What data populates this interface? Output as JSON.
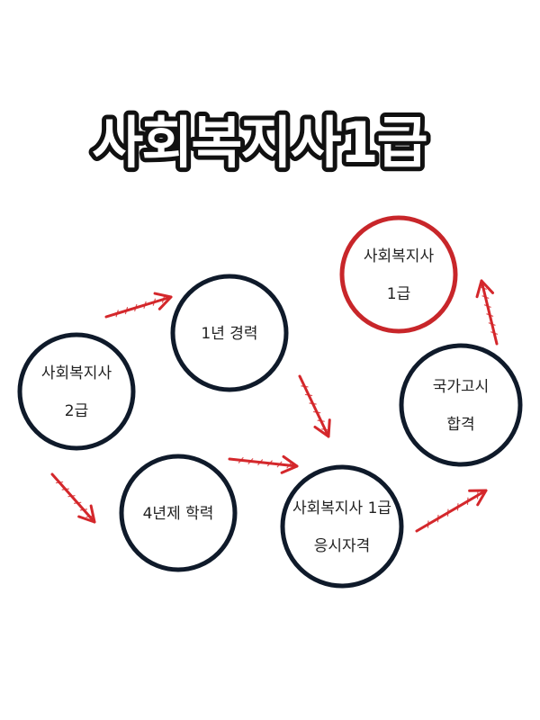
{
  "title": "사회복지사1급",
  "colors": {
    "node_outline": "#0f1a2a",
    "goal_outline": "#c8262a",
    "arrow": "#d4272b",
    "title_fill": "#ffffff",
    "title_outline": "#111111"
  },
  "nodes": [
    {
      "id": "level2",
      "lines": [
        "사회복지사",
        "2급"
      ],
      "outline": "dark"
    },
    {
      "id": "experience",
      "lines": [
        "1년 경력"
      ],
      "outline": "dark"
    },
    {
      "id": "degree",
      "lines": [
        "4년제 학력"
      ],
      "outline": "dark"
    },
    {
      "id": "eligibility",
      "lines": [
        "사회복지사 1급",
        "응시자격"
      ],
      "outline": "dark"
    },
    {
      "id": "exam",
      "lines": [
        "국가고시",
        "합격"
      ],
      "outline": "dark"
    },
    {
      "id": "level1",
      "lines": [
        "사회복지사",
        "1급"
      ],
      "outline": "red"
    }
  ],
  "edges": [
    {
      "from": "level2",
      "to": "experience"
    },
    {
      "from": "level2",
      "to": "degree"
    },
    {
      "from": "experience",
      "to": "eligibility"
    },
    {
      "from": "degree",
      "to": "eligibility"
    },
    {
      "from": "eligibility",
      "to": "exam"
    },
    {
      "from": "exam",
      "to": "level1"
    }
  ]
}
